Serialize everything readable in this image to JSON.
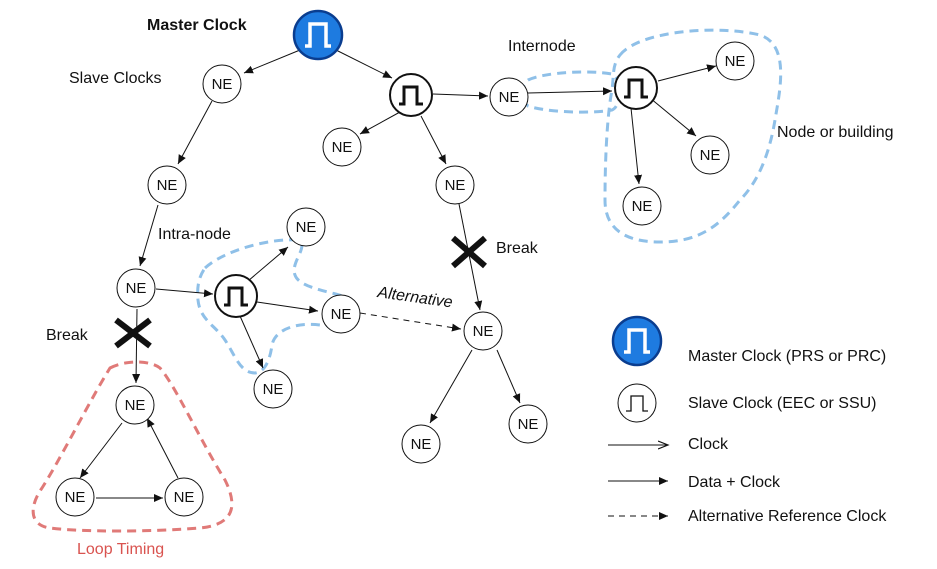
{
  "labels": {
    "master_clock": "Master Clock",
    "slave_clocks": "Slave Clocks",
    "internode": "Internode",
    "node_or_building": "Node or building",
    "intra_node": "Intra-node",
    "break_top": "Break",
    "break_left": "Break",
    "alternative": "Alternative",
    "loop_timing": "Loop Timing"
  },
  "node_label": "NE",
  "legend": {
    "master_clock": "Master Clock (PRS or PRC)",
    "slave_clock": "Slave Clock (EEC or SSU)",
    "clock": "Clock",
    "data_clock": "Data + Clock",
    "alternative_ref": "Alternative Reference Clock"
  },
  "colors": {
    "master_fill": "#1e7be0",
    "master_stroke": "#0a3d8f",
    "dashed_blue": "#8fc0e8",
    "dashed_red": "#e07a78",
    "loop_label": "#d9534f"
  }
}
